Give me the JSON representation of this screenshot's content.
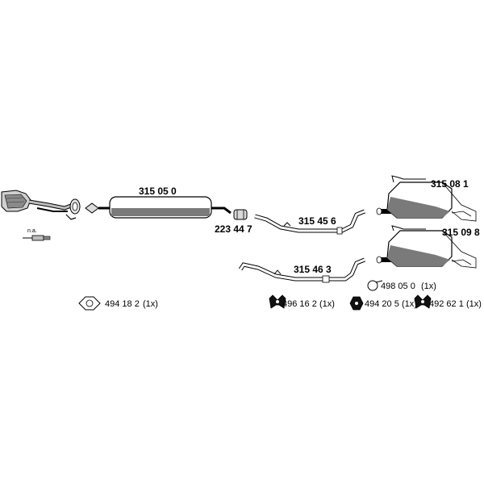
{
  "parts": {
    "catalyst_note": "n.a.",
    "front_silencer": "315 05 0",
    "clamp": "223 44 7",
    "intermediate_pipe_upper": "315 45 6",
    "intermediate_pipe_lower": "315 46 3",
    "rear_silencer_upper": "315 08 1",
    "rear_silencer_lower": "315 09 8",
    "gasket": "494 18 2",
    "gasket_qty": "(1x)",
    "ring": "498 05 0",
    "ring_qty": "(1x)",
    "mount_a": "496 16 2",
    "mount_a_qty": "(1x)",
    "mount_b": "494 20 5",
    "mount_b_qty": "(1x)",
    "mount_c": "492 62 1",
    "mount_c_qty": "(1x)"
  }
}
